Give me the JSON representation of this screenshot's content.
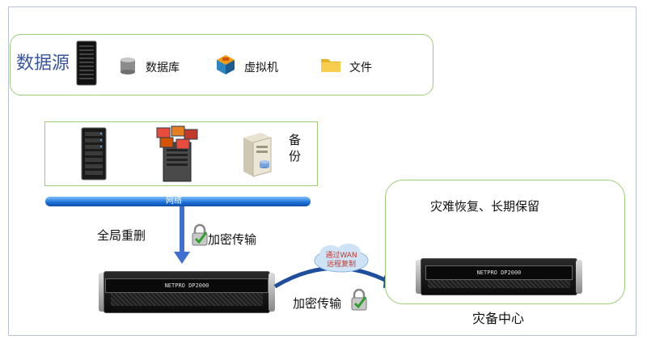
{
  "source": {
    "title": "数据源",
    "items": [
      {
        "label": "数据库",
        "icon": "database-icon"
      },
      {
        "label": "虚拟机",
        "icon": "virtual-machine-icon"
      },
      {
        "label": "文件",
        "icon": "folder-icon"
      }
    ]
  },
  "backup": {
    "label": "备份",
    "icons": [
      "rack-server-icon",
      "vm-server-icon",
      "pc-tower-icon"
    ]
  },
  "network": {
    "label": "网络"
  },
  "flow": {
    "dedupe_label": "全局重删",
    "encrypt_label_1": "加密传输",
    "encrypt_label_2": "加密传输"
  },
  "device": {
    "panel_text": "NETPRO DP2000"
  },
  "cloud": {
    "line1": "通过WAN",
    "line2": "远程复制"
  },
  "dr_center": {
    "caption": "灾难恢复、长期保留",
    "label": "灾备中心"
  },
  "colors": {
    "accent_green": "#9ccc78",
    "title_blue": "#3a55a0",
    "arrow_blue": "#3f6fd1",
    "check_green": "#2e9e2e"
  }
}
